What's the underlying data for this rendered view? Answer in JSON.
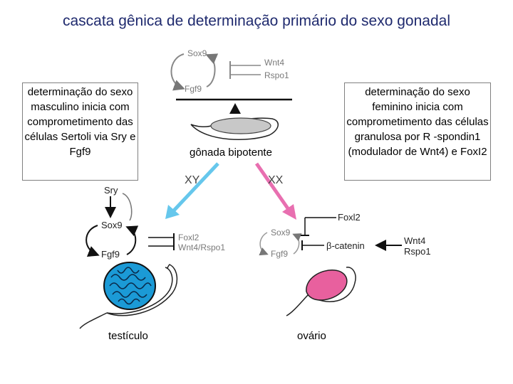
{
  "title": "cascata gênica de determinação primário do sexo gonadal",
  "male_box": "determinação do sexo masculino inicia com comprometimento das células Sertoli via Sry e Fgf9",
  "female_box": "determinação do sexo feminino inicia com comprometimento das células granulosa por R -spondin1 (modulador de Wnt4) e FoxI2",
  "bipotent_label": "gônada bipotente",
  "xy_label": "XY",
  "xx_label": "XX",
  "testis_label": "testículo",
  "ovary_label": "ovário",
  "genes": {
    "top_sox9": "Sox9",
    "top_fgf9": "Fgf9",
    "top_wnt4": "Wnt4",
    "top_rspo1": "Rspo1",
    "m_sry": "Sry",
    "m_sox9": "Sox9",
    "m_fgf9": "Fgf9",
    "m_foxl2": "Foxl2",
    "m_wnt4rspo1": "Wnt4/Rspo1",
    "f_foxl2": "Foxl2",
    "f_sox9": "Sox9",
    "f_fgf9": "Fgf9",
    "f_catenin": "β-catenin",
    "f_wnt4": "Wnt4",
    "f_rspo1": "Rspo1"
  },
  "colors": {
    "title": "#1f2a6e",
    "xy_arrow": "#66c7ec",
    "xx_arrow": "#e86fb0",
    "testis": "#1b9ad6",
    "ovary": "#e8609e"
  }
}
